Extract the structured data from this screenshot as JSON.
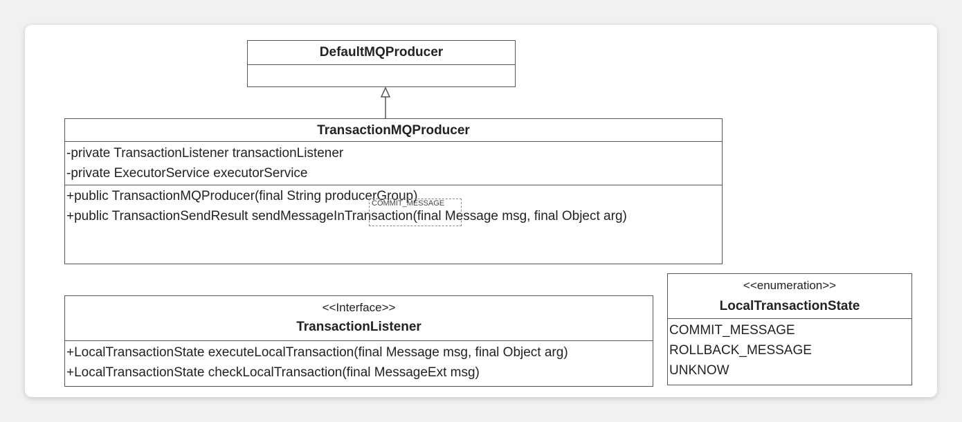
{
  "default_producer": {
    "name": "DefaultMQProducer"
  },
  "transaction_producer": {
    "name": "TransactionMQProducer",
    "attributes": [
      "-private TransactionListener transactionListener",
      "-private ExecutorService executorService"
    ],
    "operations": [
      "+public TransactionMQProducer(final String producerGroup)",
      "+public TransactionSendResult sendMessageInTransaction(final Message msg, final Object arg)"
    ]
  },
  "overlay_label": "COMMIT_MESSAGE",
  "transaction_listener": {
    "stereotype": "<<Interface>>",
    "name": "TransactionListener",
    "operations": [
      "+LocalTransactionState executeLocalTransaction(final Message msg, final Object arg)",
      "+LocalTransactionState checkLocalTransaction(final MessageExt msg)"
    ]
  },
  "local_state": {
    "stereotype": "<<enumeration>>",
    "name": "LocalTransactionState",
    "literals": [
      "COMMIT_MESSAGE",
      "ROLLBACK_MESSAGE",
      "UNKNOW"
    ]
  }
}
